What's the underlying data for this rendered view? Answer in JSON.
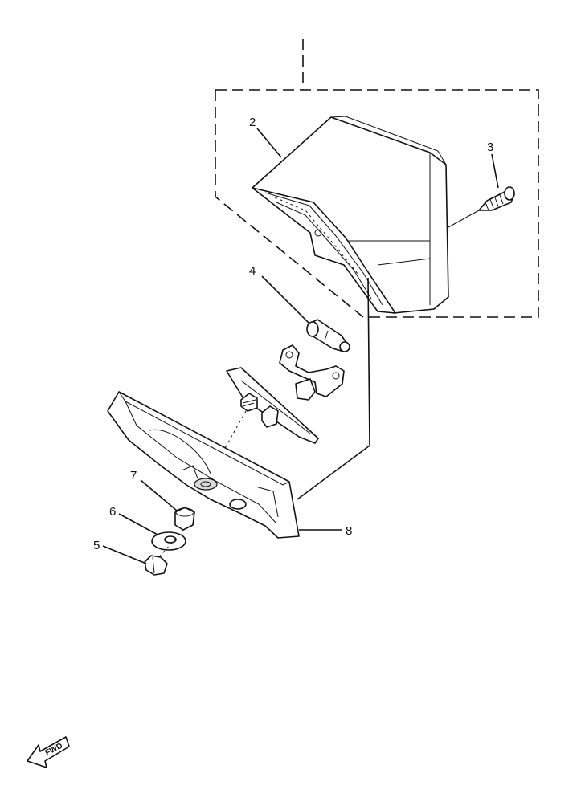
{
  "callouts": [
    {
      "id": "c2",
      "label": "2"
    },
    {
      "id": "c3",
      "label": "3"
    },
    {
      "id": "c4",
      "label": "4"
    },
    {
      "id": "c5",
      "label": "5"
    },
    {
      "id": "c6",
      "label": "6"
    },
    {
      "id": "c7",
      "label": "7"
    },
    {
      "id": "c8",
      "label": "8"
    }
  ],
  "fwd_label": "FWD"
}
